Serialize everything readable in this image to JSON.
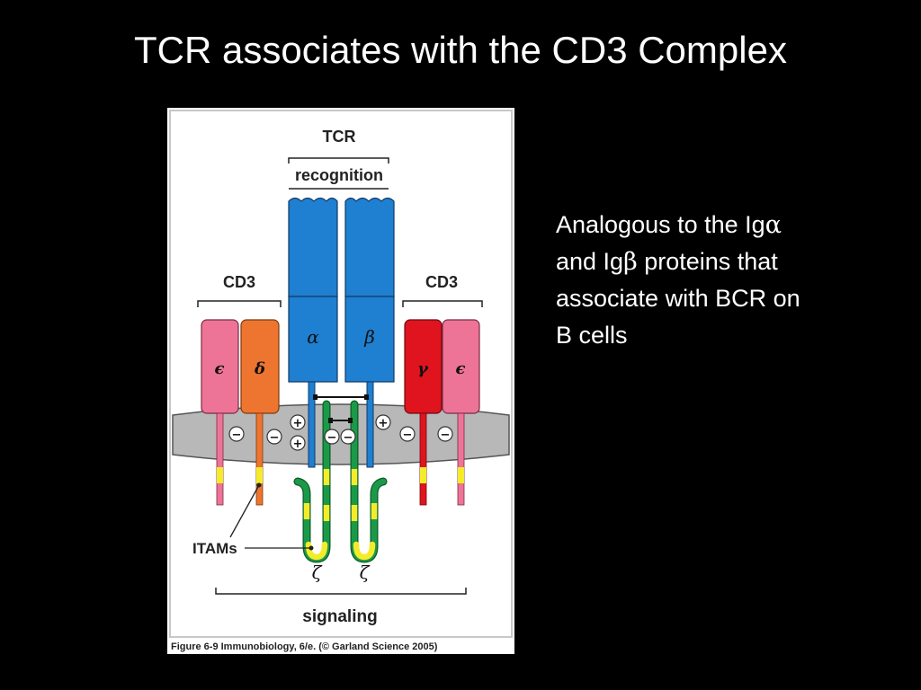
{
  "slide": {
    "title": "TCR associates with the CD3 Complex"
  },
  "note": {
    "line1_text": "Analogous to the Ig",
    "line1_symbol": "α",
    "line2_text": "and Ig",
    "line2_symbol": "β",
    "line2_rest": " proteins that",
    "line3": "associate with BCR on",
    "line4": "B cells"
  },
  "diagram": {
    "tcr_label": "TCR",
    "recognition_label": "recognition",
    "cd3_left_label": "CD3",
    "cd3_right_label": "CD3",
    "chain_alpha": "α",
    "chain_beta": "β",
    "chain_epsilon_left": "ϵ",
    "chain_delta": "δ",
    "chain_gamma": "γ",
    "chain_epsilon_right": "ϵ",
    "charge_plus": "+",
    "charge_minus": "−",
    "itams_label": "ITAMs",
    "zeta_left": "ζ",
    "zeta_right": "ζ",
    "signaling_label": "signaling",
    "caption": "Figure 6-9  Immunobiology, 6/e. (© Garland Science 2005)",
    "colors": {
      "tcr_blue": "#1f7fd0",
      "epsilon_pink": "#ee7497",
      "delta_orange": "#ee7530",
      "gamma_red": "#e0141e",
      "membrane_gray": "#b8b8b8",
      "zeta_green": "#1a9a48",
      "itam_yellow": "#f4ec2a"
    }
  }
}
